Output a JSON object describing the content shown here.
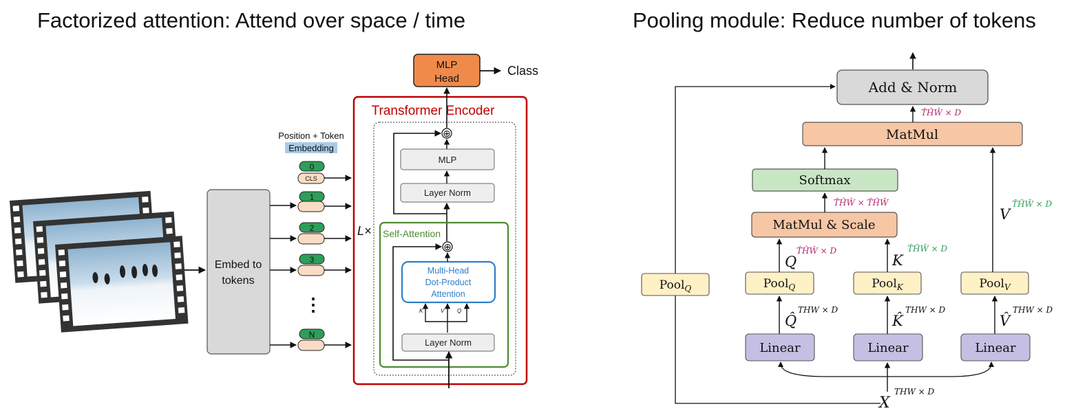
{
  "left_panel": {
    "title": "Factorized attention: Attend over space / time",
    "embed_box_label_line1": "Embed to",
    "embed_box_label_line2": "tokens",
    "position_token_label_line1": "Position + Token",
    "position_token_label_line2": "Embedding",
    "tokens": [
      "0",
      "1",
      "2",
      "3",
      "N"
    ],
    "cls_label": "CLS",
    "ellipsis": "⋮",
    "mlp_head_line1": "MLP",
    "mlp_head_line2": "Head",
    "class_label": "Class",
    "encoder_title": "Transformer  Encoder",
    "repeat_label": "L×",
    "mlp_label": "MLP",
    "layer_norm_top": "Layer Norm",
    "self_attention_label": "Self-Attention",
    "mhsa_line1": "Multi-Head",
    "mhsa_line2": "Dot-Product",
    "mhsa_line3": "Attention",
    "qkv_labels": [
      "K",
      "V",
      "Q"
    ],
    "layer_norm_bottom": "Layer Norm",
    "plus_symbol": "⊕"
  },
  "right_panel": {
    "title": "Pooling module: Reduce number of tokens",
    "add_norm": "Add & Norm",
    "matmul": "MatMul",
    "softmax": "Softmax",
    "matmul_scale": "MatMul & Scale",
    "pool_q_skip": "Pool",
    "pool_q": "Pool",
    "pool_k": "Pool",
    "pool_v": "Pool",
    "sub_q": "Q",
    "sub_k": "K",
    "sub_v": "V",
    "linear": "Linear",
    "dim_thw_hat_d": "T̂ĤŴ × D",
    "dim_thw_hat_sq": "T̂ĤŴ × T̃H̃W̃",
    "dim_v": "T̃H̃W̃ × D",
    "dim_q": "T̂ĤŴ × D",
    "dim_k": "T̃H̃W̃ × D",
    "sym_q": "Q",
    "sym_k": "K",
    "sym_v": "V",
    "sym_qhat": "Q̂",
    "sym_khat": "K̂",
    "sym_vhat": "V̂",
    "sym_x": "X",
    "dim_thw_d": "THW × D"
  },
  "colors": {
    "encoder_border": "#c00000",
    "self_attention_border": "#4e8a2f",
    "mhsa_border": "#2f7fc9",
    "mhsa_text": "#2f7fc9",
    "mlp_head_fill": "#f08a4b",
    "token_green": "#2e9e5a",
    "token_peach": "#f9dcc4",
    "embed_box_fill": "#d9d9d9",
    "add_norm_fill": "#d9d9d9",
    "matmul_fill": "#f7c6a5",
    "softmax_fill": "#c9e6c4",
    "pool_fill": "#fff1c6",
    "linear_fill": "#c5bfe4",
    "magenta": "#b5266e",
    "green_text": "#2e9e5a"
  }
}
